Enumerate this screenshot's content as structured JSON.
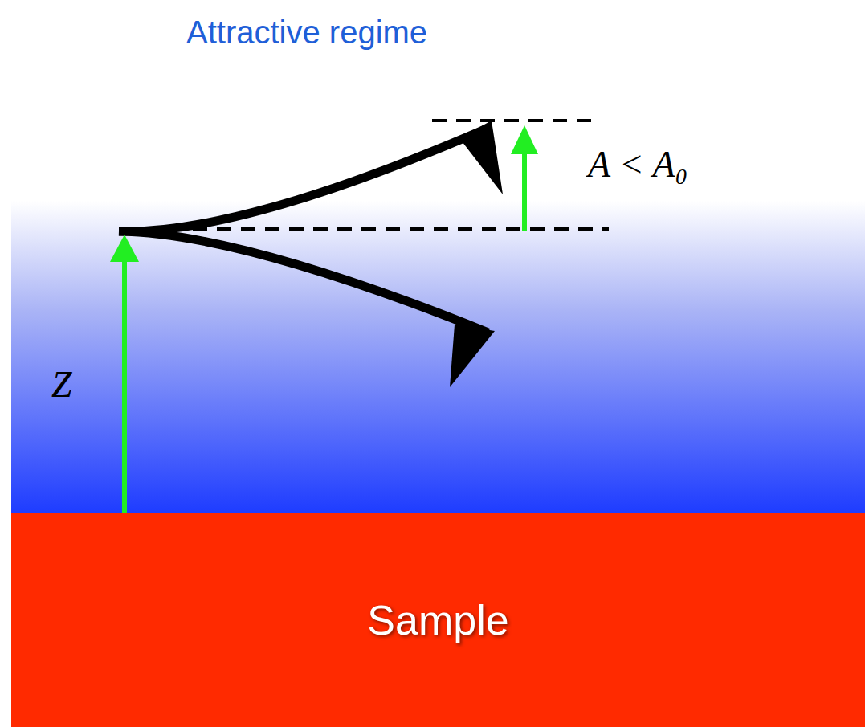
{
  "diagram": {
    "title": "Attractive regime",
    "nodes": [
      {
        "text": [
          "Sample"
        ]
      }
    ],
    "labels": [
      "Z",
      "A < A₀"
    ]
  }
}
